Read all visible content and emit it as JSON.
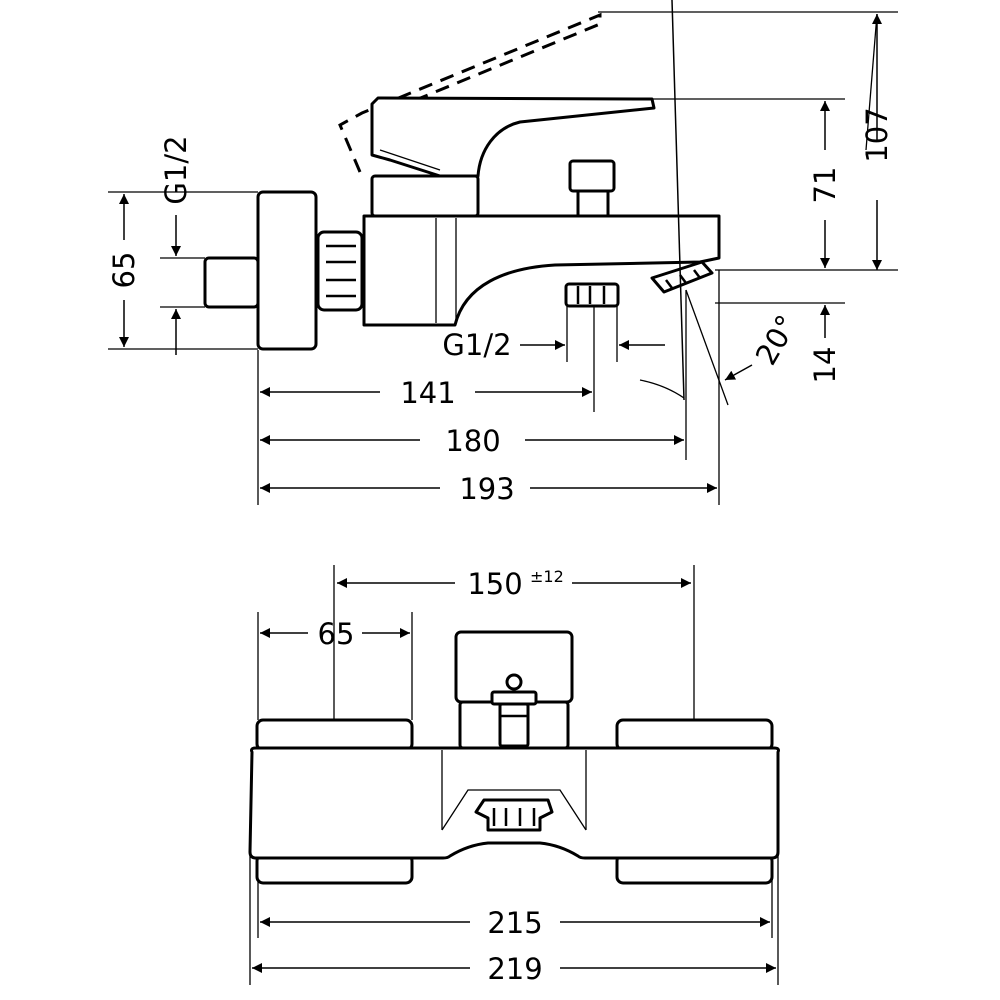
{
  "side_view": {
    "dimensions": {
      "overall_height": "107",
      "handle_height": "71",
      "spout_drop": "14",
      "spout_angle": "20°",
      "connection_height": "65",
      "inlet_thread": "G1/2",
      "outlet_thread": "G1/2",
      "depth_141": "141",
      "depth_180": "180",
      "depth_193": "193"
    }
  },
  "front_view": {
    "dimensions": {
      "centers": "150",
      "centers_tolerance": "±12",
      "handle_width": "65",
      "body_width": "215",
      "overall_width": "219"
    }
  }
}
